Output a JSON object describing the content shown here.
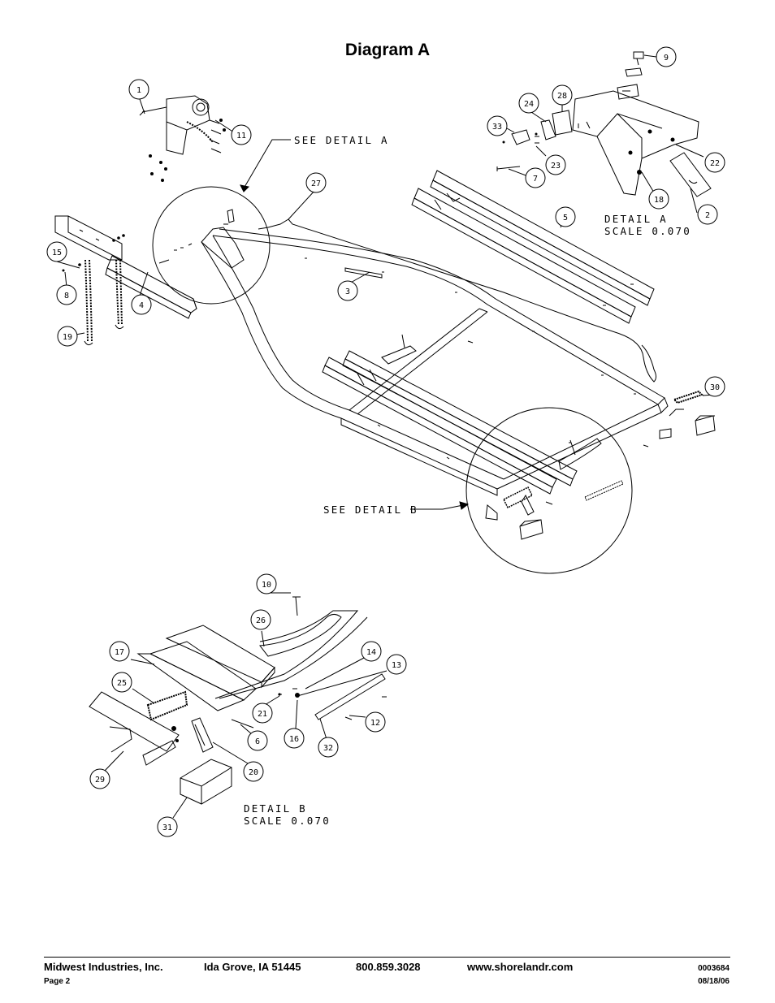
{
  "page": {
    "title": "Diagram A"
  },
  "notes": {
    "detail_a_ref": "SEE DETAIL  A",
    "detail_b_ref": "SEE DETAIL  B",
    "detail_a_line1": "DETAIL  A",
    "detail_a_line2": "SCALE  0.070",
    "detail_b_line1": "DETAIL  B",
    "detail_b_line2": "SCALE  0.070"
  },
  "callouts": [
    "1",
    "11",
    "27",
    "15",
    "8",
    "4",
    "19",
    "3",
    "5",
    "33",
    "24",
    "28",
    "9",
    "7",
    "23",
    "22",
    "18",
    "2",
    "30",
    "10",
    "26",
    "17",
    "14",
    "13",
    "25",
    "21",
    "16",
    "12",
    "32",
    "6",
    "20",
    "29",
    "31"
  ],
  "footer": {
    "company": "Midwest Industries, Inc.",
    "city": "Ida Grove, IA  51445",
    "phone": "800.859.3028",
    "website": "www.shorelandr.com",
    "doc_number": "0003684",
    "page_label": "Page 2",
    "date": "08/18/06"
  }
}
